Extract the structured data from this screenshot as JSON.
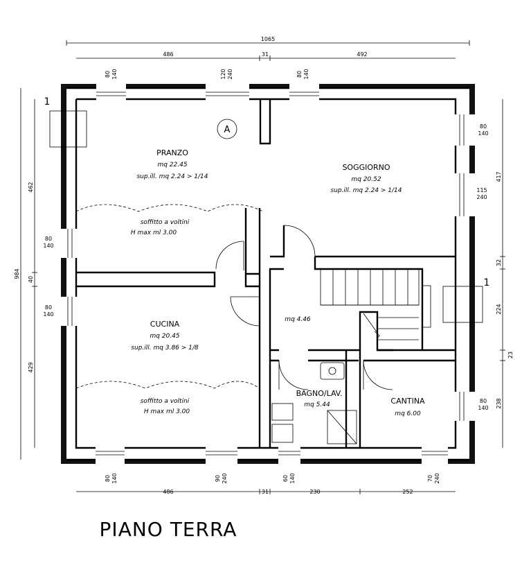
{
  "title": "PIANO TERRA",
  "rooms": {
    "pranzo": {
      "name": "PRANZO",
      "area": "mq  22.45",
      "light": "sup.ill.  mq  2.24  >  1/14"
    },
    "soggiorno": {
      "name": "SOGGIORNO",
      "area": "mq  20.52",
      "light": "sup.ill.  mq  2.24  >  1/14"
    },
    "cucina": {
      "name": "CUCINA",
      "area": "mq  20.45",
      "light": "sup.ill.  mq  3.86  >  1/8"
    },
    "disimpegno": {
      "area": "mq  4.46"
    },
    "bagno": {
      "name": "BAGNO/LAV.",
      "area": "mq  5.44"
    },
    "cantina": {
      "name": "CANTINA",
      "area": "mq  6.00"
    }
  },
  "vault_notes": {
    "upper": {
      "line1": "soffitto a voltini",
      "line2": "H max ml 3.00"
    },
    "lower": {
      "line1": "soffitto a voltini",
      "line2": "H max ml 3.00"
    }
  },
  "markers": {
    "section_left": "1",
    "section_right": "1",
    "point_a": "A"
  },
  "dimensions": {
    "top_total": "1065",
    "top_left": "486",
    "top_mid": "31",
    "top_right": "492",
    "bottom_left": "486",
    "bottom_mid": "31",
    "bottom_c": "230",
    "bottom_right": "252",
    "left_total": "984",
    "left_a": "462",
    "left_b": "40",
    "left_c": "429",
    "right_a": "417",
    "right_b": "32",
    "right_c": "224",
    "right_d": "23",
    "right_e": "238"
  },
  "openings": {
    "top1": {
      "w": "80",
      "h": "140"
    },
    "top2": {
      "w": "120",
      "h": "240"
    },
    "top3": {
      "w": "80",
      "h": "140"
    },
    "right1": {
      "w": "80",
      "h": "140"
    },
    "right2": {
      "w": "115",
      "h": "240"
    },
    "right3": {
      "w": "80",
      "h": "140"
    },
    "left1": {
      "w": "80",
      "h": "140"
    },
    "left2": {
      "w": "80",
      "h": "140"
    },
    "bottom1": {
      "w": "80",
      "h": "140"
    },
    "bottom2": {
      "w": "90",
      "h": "240"
    },
    "bottom3": {
      "w": "60",
      "h": "140"
    },
    "bottom4": {
      "w": "70",
      "h": "240"
    }
  }
}
